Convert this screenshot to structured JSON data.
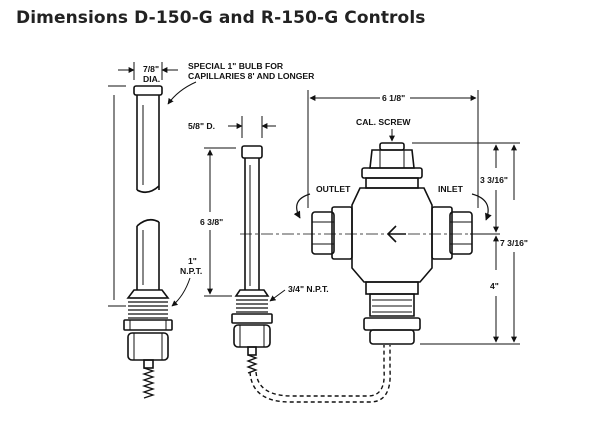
{
  "title": "Dimensions D-150-G and R-150-G Controls",
  "labels": {
    "bulb_dia": [
      "7/8\"",
      "DIA."
    ],
    "special_bulb": [
      "SPECIAL 1\" BULB FOR",
      "CAPILLARIES 8' AND LONGER"
    ],
    "stem_dia": "5/8\" D.",
    "width": "6 1/8\"",
    "cal_screw": "CAL. SCREW",
    "outlet": "OUTLET",
    "inlet": "INLET",
    "top_height": "3 3/16\"",
    "bulb_length": "6 3/8\"",
    "total_height": "7 3/16\"",
    "bottom_height": "4\"",
    "npt_1": [
      "1\"",
      "N.P.T."
    ],
    "npt_34": "3/4\" N.P.T."
  },
  "colors": {
    "line": "#111111",
    "title": "#222222",
    "background": "#ffffff"
  }
}
